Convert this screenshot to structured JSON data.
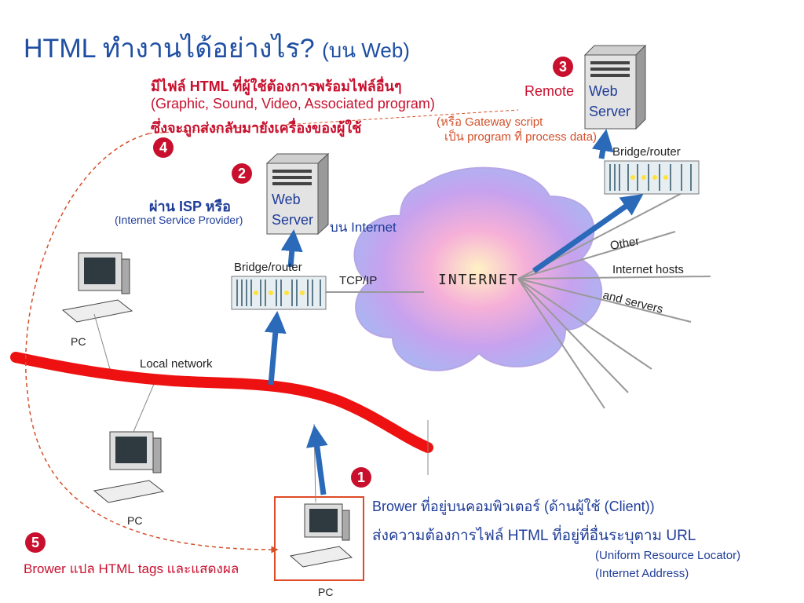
{
  "title": {
    "main": "HTML ทำงานได้อย่างไร?",
    "sub": "(บน Web)"
  },
  "step4": {
    "number": "4",
    "line1": "มีไฟล์ HTML ที่ผู้ใช้ต้องการพร้อมไฟล์อื่นๆ",
    "line2": "(Graphic, Sound, Video, Associated program)",
    "line3": "ซึ่งจะถูกส่งกลับมายังเครื่องของผู้ใช้"
  },
  "step3": {
    "number": "3",
    "remote": "Remote",
    "web": "Web",
    "server": "Server",
    "note1": "(หรือ Gateway script",
    "note2": "เป็น program ที่ process data)"
  },
  "step2": {
    "number": "2",
    "via_isp": "ผ่าน ISP หรือ",
    "isp_full": "(Internet Service Provider)",
    "web": "Web",
    "server": "Server",
    "on_internet": "บน Internet"
  },
  "step1": {
    "number": "1",
    "line1": "Brower ที่อยู่บนคอมพิวเตอร์ (ด้านผู้ใช้ (Client))",
    "line2": "ส่งความต้องการไฟล์ HTML ที่อยู่ที่อื่นระบุตาม URL",
    "url_full": "(Uniform Resource Locator)",
    "url_alt": "(Internet Address)"
  },
  "step5": {
    "number": "5",
    "text": "Brower แปล HTML tags และแสดงผล"
  },
  "diagram": {
    "bridge_router": "Bridge/router",
    "tcp_ip": "TCP/IP",
    "internet": "INTERNET",
    "other": "Other",
    "internet_hosts": "Internet hosts",
    "and_servers": "and servers",
    "local_network": "Local network",
    "pc": "PC"
  }
}
